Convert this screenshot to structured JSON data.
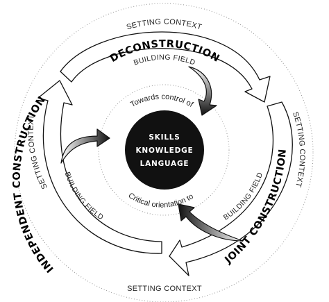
{
  "outer_ring": {
    "top": "SETTING CONTEXT",
    "left": "SETTING CONTEXT",
    "right": "SETTING CONTEXT",
    "bottom": "SETTING CONTEXT"
  },
  "stages": {
    "deconstruction": "DECONSTRUCTION",
    "joint": "JOINT CONSTRUCTION",
    "independent": "INDEPENDENT CONSTRUCTION"
  },
  "building_field": {
    "top": "BUILDING FIELD",
    "right": "BUILDING FIELD",
    "left": "BUILDING FIELD"
  },
  "inner_ring": {
    "top": "Towards control of",
    "bottom": "Critical orientation to"
  },
  "core": {
    "line1": "SKILLS",
    "line2": "KNOWLEDGE",
    "line3": "LANGUAGE"
  }
}
